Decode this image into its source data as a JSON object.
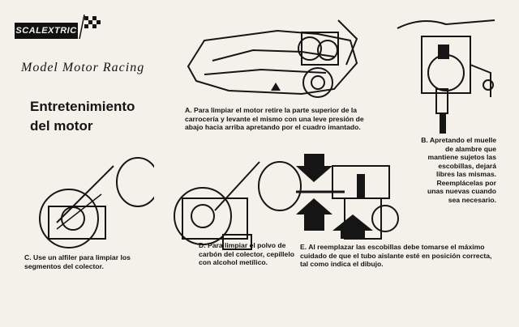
{
  "brand": {
    "logo_text": "SCALEXTRIC"
  },
  "header": {
    "subtitle": "Model Motor Racing"
  },
  "section": {
    "title_line1": "Entretenimiento",
    "title_line2": "del motor"
  },
  "captions": {
    "a": "A. Para limpiar el motor retire la parte superior de la carrocería y levante el mismo con una leve presión de abajo hacia arriba apretando por el cuadro imantado.",
    "b": "B. Apretando el muelle de alambre que mantiene sujetos las escobillas, dejará libres las mismas. Reemplácelas por unas nuevas cuando sea necesario.",
    "c": "C. Use un alfiler para limpiar los segmentos del colector.",
    "d": "D. Para limpiar el polvo de carbón del colector, cepíllelo con alcohol metílico.",
    "e": "E. Al reemplazar las escobillas debe tomarse el máximo cuidado de que el tubo aislante esté en posición correcta, tal como indica el dibujo."
  }
}
